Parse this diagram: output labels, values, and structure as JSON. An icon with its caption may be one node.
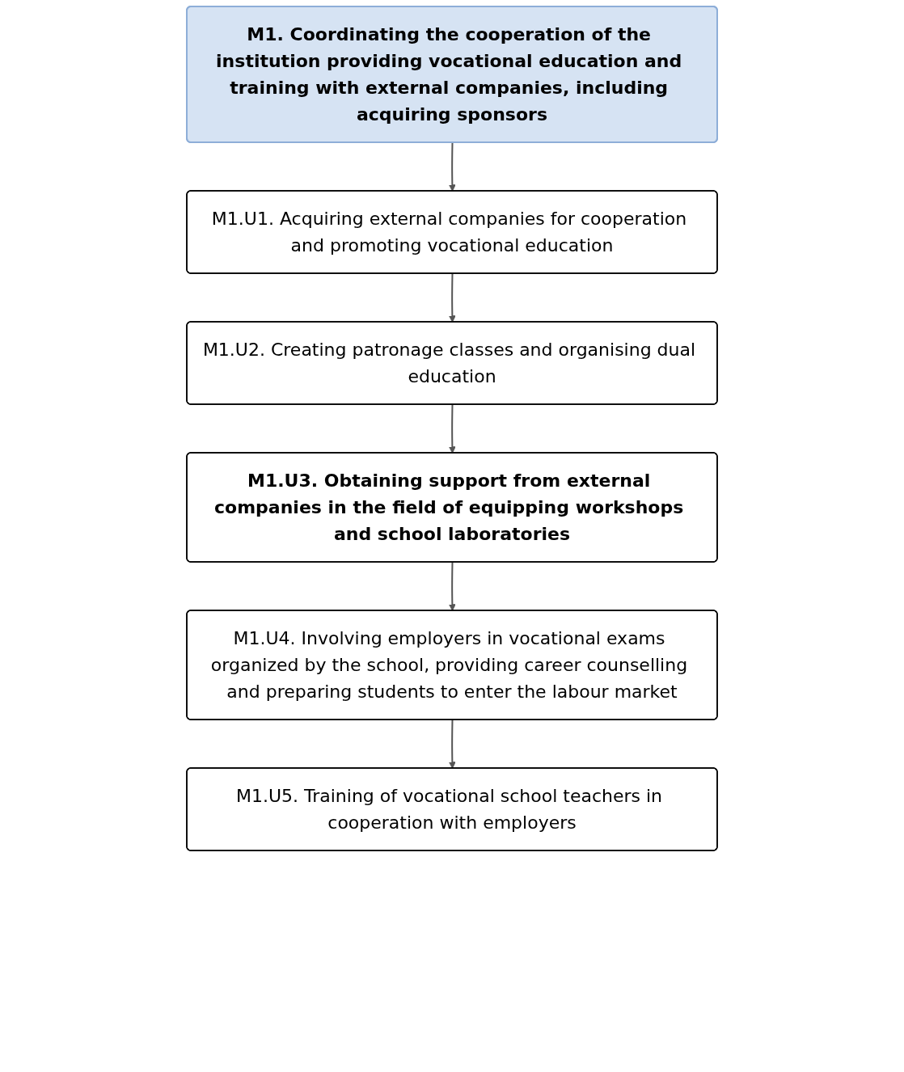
{
  "diagram": {
    "nodes": [
      {
        "text": [
          "M1. Coordinating the cooperation of the institution providing vocational education and training with external companies, including acquiring sponsors"
        ]
      },
      {
        "text": [
          "M1.U1. Acquiring external companies for cooperation and promoting vocational education"
        ]
      },
      {
        "text": [
          "M1.U2. Creating patronage classes and organising dual education"
        ]
      },
      {
        "text": [
          "M1.U3. Obtaining support from external companies in the field of equipping workshops and school laboratories"
        ]
      },
      {
        "text": [
          "M1.U4. Involving employers in vocational exams organized by the school, providing career counselling and preparing students to enter the labour market"
        ]
      },
      {
        "text": [
          "M1.U5. Training of vocational school teachers in cooperation with employers"
        ]
      }
    ],
    "edges": [
      {
        "from": 0,
        "to": 1,
        "arrow": "to"
      },
      {
        "from": 1,
        "to": 2,
        "arrow": "to"
      },
      {
        "from": 2,
        "to": 3,
        "arrow": "to"
      },
      {
        "from": 3,
        "to": 4,
        "arrow": "to"
      },
      {
        "from": 4,
        "to": 5,
        "arrow": "to"
      }
    ]
  }
}
